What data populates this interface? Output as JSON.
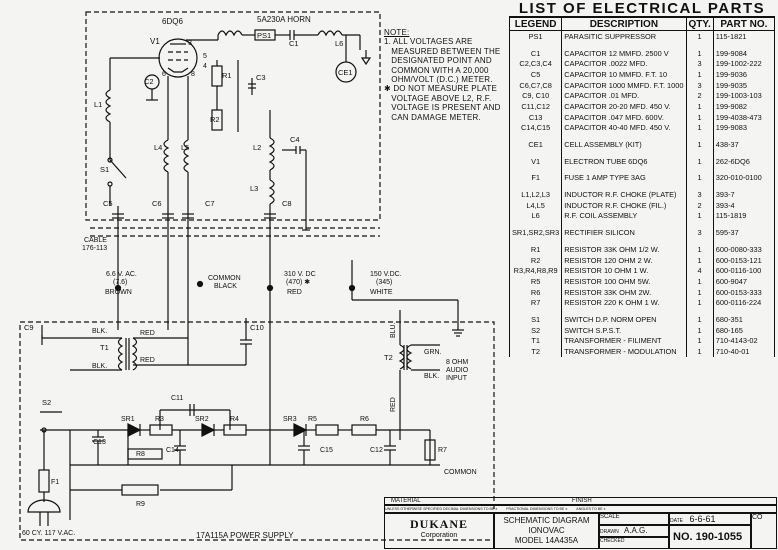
{
  "tube_label": "6DQ6",
  "horn_label": "5A230A HORN",
  "notes": {
    "heading": "NOTE:",
    "lines": [
      "1. ALL VOLTAGES ARE",
      "   MEASURED BETWEEN THE",
      "   DESIGNATED POINT AND",
      "   COMMON WITH A 20,000",
      "   OHM/VOLT (D.C.) METER.",
      "✱ DO NOT MEASURE PLATE",
      "   VOLTAGE ABOVE L2, R.F.",
      "   VOLTAGE IS PRESENT AND",
      "   CAN DAMAGE METER."
    ]
  },
  "parts_list": {
    "title": "LIST OF ELECTRICAL PARTS",
    "headers": [
      "LEGEND",
      "DESCRIPTION",
      "QTY.",
      "PART NO."
    ],
    "rows": [
      [
        "PS1",
        "PARASITIC SUPPRESSOR",
        "1",
        "115-1821"
      ],
      [
        "",
        "",
        "",
        ""
      ],
      [
        "C1",
        "CAPACITOR 12 MMFD. 2500 V",
        "1",
        "199-9084"
      ],
      [
        "C2,C3,C4",
        "CAPACITOR .0022 MFD.",
        "3",
        "199-1002-222"
      ],
      [
        "C5",
        "CAPACITOR 10 MMFD. F.T. 10",
        "1",
        "199-9036"
      ],
      [
        "C6,C7,C8",
        "CAPACITOR 1000 MMFD. F.T. 1000",
        "3",
        "199-9035"
      ],
      [
        "C9, C10",
        "CAPACITOR .01 MFD.",
        "2",
        "199-1003-103"
      ],
      [
        "C11,C12",
        "CAPACITOR 20-20 MFD. 450 V.",
        "1",
        "199-9082"
      ],
      [
        "C13",
        "CAPACITOR .047 MFD. 600V.",
        "1",
        "199-4038-473"
      ],
      [
        "C14,C15",
        "CAPACITOR 40-40 MFD. 450 V.",
        "1",
        "199-9083"
      ],
      [
        "",
        "",
        "",
        ""
      ],
      [
        "CE1",
        "CELL ASSEMBLY (KIT)",
        "1",
        "438-37"
      ],
      [
        "",
        "",
        "",
        ""
      ],
      [
        "V1",
        "ELECTRON TUBE 6DQ6",
        "1",
        "262-6DQ6"
      ],
      [
        "",
        "",
        "",
        ""
      ],
      [
        "F1",
        "FUSE 1 AMP TYPE 3AG",
        "1",
        "320-010-0100"
      ],
      [
        "",
        "",
        "",
        ""
      ],
      [
        "L1,L2,L3",
        "INDUCTOR R.F. CHOKE (PLATE)",
        "3",
        "393-7"
      ],
      [
        "L4,L5",
        "INDUCTOR R.F. CHOKE (FIL.)",
        "2",
        "393-4"
      ],
      [
        "L6",
        "R.F. COIL ASSEMBLY",
        "1",
        "115-1819"
      ],
      [
        "",
        "",
        "",
        ""
      ],
      [
        "SR1,SR2,SR3",
        "RECTIFIER SILICON",
        "3",
        "595-37"
      ],
      [
        "",
        "",
        "",
        ""
      ],
      [
        "R1",
        "RESISTOR 33K OHM 1/2 W.",
        "1",
        "600-0080-333"
      ],
      [
        "R2",
        "RESISTOR 120 OHM 2 W.",
        "1",
        "600-0153-121"
      ],
      [
        "R3,R4,R8,R9",
        "RESISTOR 10 OHM 1 W.",
        "4",
        "600-0116-100"
      ],
      [
        "R5",
        "RESISTOR 100 OHM 5W.",
        "1",
        "600-9047"
      ],
      [
        "R6",
        "RESISTOR 33K OHM 2W.",
        "1",
        "600-0153-333"
      ],
      [
        "R7",
        "RESISTOR 220 K OHM 1 W.",
        "1",
        "600-0116-224"
      ],
      [
        "",
        "",
        "",
        ""
      ],
      [
        "S1",
        "SWITCH D.P. NORM OPEN",
        "1",
        "680-351"
      ],
      [
        "S2",
        "SWITCH S.P.S.T.",
        "1",
        "680-165"
      ],
      [
        "T1",
        "TRANSFORMER - FILIMENT",
        "1",
        "710-4143-02"
      ],
      [
        "T2",
        "TRANSFORMER - MODULATION",
        "1",
        "710-40-01"
      ]
    ]
  },
  "components": {
    "V1": "V1",
    "PS1": "PS1",
    "C1": "C1",
    "L6": "L6",
    "CE1": "CE1",
    "C2": "C2",
    "R1": "R1",
    "C3": "C3",
    "R2": "R2",
    "L1": "L1",
    "L4": "L4",
    "L5": "L5",
    "L2": "L2",
    "C4": "C4",
    "S1": "S1",
    "L3": "L3",
    "C5": "C5",
    "C6": "C6",
    "C7": "C7",
    "C8": "C8",
    "C9": "C9",
    "C10": "C10",
    "T1": "T1",
    "T2": "T2",
    "S2": "S2",
    "SR1": "SR1",
    "R3": "R3",
    "C11": "C11",
    "SR2": "SR2",
    "R4": "R4",
    "SR3": "SR3",
    "R5": "R5",
    "R6": "R6",
    "C13": "C13",
    "R8": "R8",
    "C14": "C14",
    "C15": "C15",
    "C12": "C12",
    "R7": "R7",
    "F1": "F1",
    "R9": "R9"
  },
  "pins": [
    "3",
    "5",
    "4",
    "8",
    "6"
  ],
  "labels": {
    "cable": "CABLE",
    "cable_num": "176-113",
    "v1": "6.6 V. AC.",
    "v1b": "(7.6)",
    "v1c": "BROWN",
    "com": "COMMON",
    "comb": "BLACK",
    "v2": "310 V. DC",
    "v2b": "(470) ✱",
    "v2c": "RED",
    "v3": "150 V.DC.",
    "v3b": "(345)",
    "v3c": "WHITE",
    "blk1": "BLK.",
    "red1": "RED",
    "red2": "RED",
    "blk2": "BLK.",
    "blu": "BLU.",
    "grn": "GRN.",
    "ohm": "8 OHM",
    "audio": "AUDIO",
    "input": "INPUT",
    "blk3": "BLK.",
    "red3": "RED",
    "common": "COMMON",
    "supply": "17A115A POWER SUPPLY",
    "ac": "60 CY. 117 V.AC."
  },
  "title_block": {
    "company": "DUKANE",
    "company_sub": "Corporation",
    "doc_title": "SCHEMATIC DIAGRAM",
    "product": "IONOVAC",
    "model": "MODEL 14A435A",
    "date_label": "DATE",
    "date": "6-6-61",
    "drawn_label": "DRAWN",
    "drawn": "A.A.G.",
    "checked_label": "CHECKED",
    "scale_label": "SCALE",
    "doc_no": "NO. 190-1055",
    "co_label": "CO",
    "material_label": "MATERIAL",
    "finish_label": "FINISH",
    "tol1": "UNLESS OTHERWISE SPECIFIED DECIMAL DIMENSIONS TO BE ±",
    "tol2": "FRACTIONAL DIMENSIONS TO BE ±",
    "tol3": "ANGLES TO BE ±"
  }
}
